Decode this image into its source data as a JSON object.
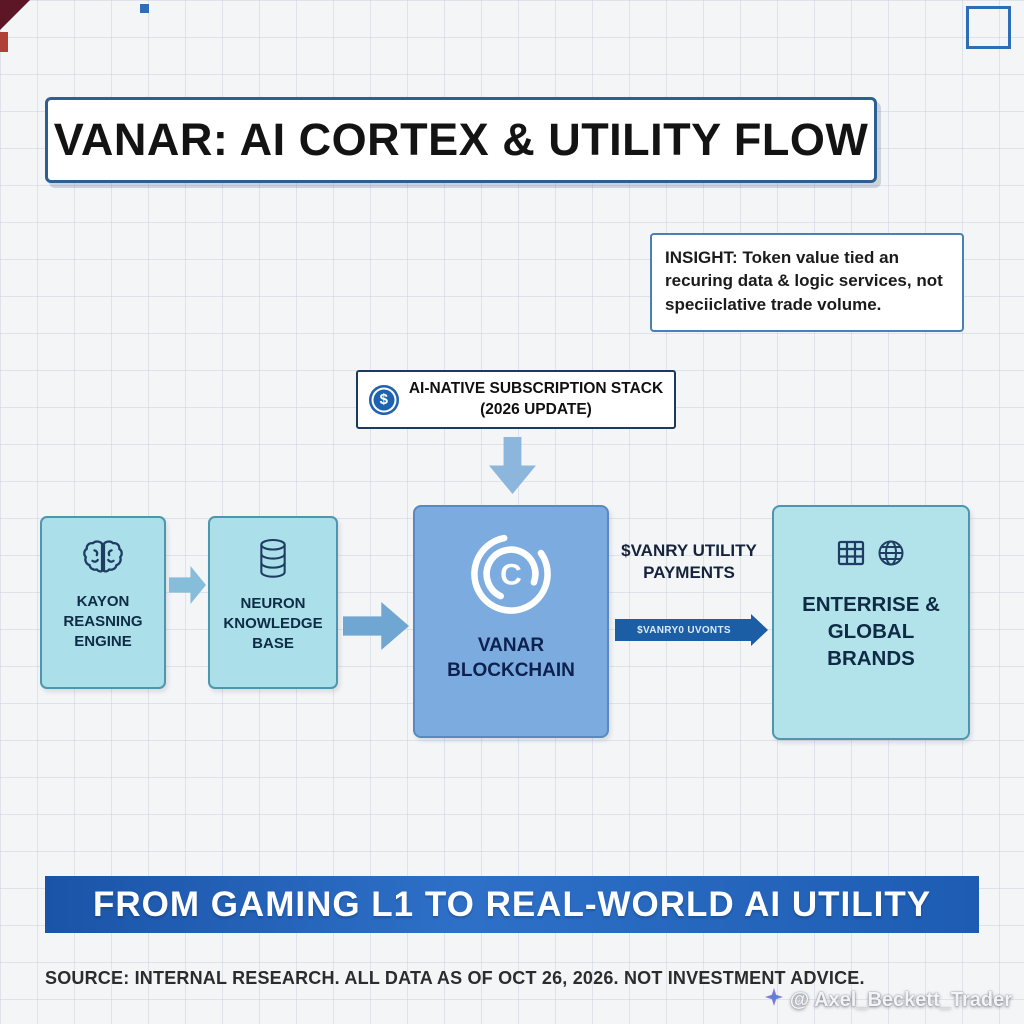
{
  "title": "VANAR: AI CORTEX & UTILITY FLOW",
  "insight": {
    "label": "INSIGHT:",
    "text": " Token value tied an recuring data & logic services, not speciiclative trade volume."
  },
  "subscription": {
    "coin_symbol": "$",
    "line1": "AI-NATIVE SUBSCRIPTION STACK",
    "line2": "(2026 UPDATE)"
  },
  "flow": {
    "nodes": [
      {
        "label": "KAYON REASNING ENGINE",
        "icon": "brain-icon"
      },
      {
        "label": "NEURON KNOWLEDGE BASE",
        "icon": "database-icon"
      },
      {
        "label": "VANAR BLOCKCHAIN",
        "icon": "vanar-logo-icon"
      },
      {
        "label": "ENTERRISE & GLOBAL BRANDS",
        "icon": "building-globe-icon"
      }
    ],
    "payment_label": "$VANRY UTILITY PAYMENTS",
    "payment_arrow_text": "$VANRY0 UVONTS"
  },
  "banner": "FROM GAMING L1 TO REAL-WORLD AI UTILITY",
  "footer": {
    "source": "SOURCE: INTERNAL RESEARCH. ALL DATA AS OF OCT 26, 2026. NOT INVESTMENT ADVICE.",
    "watermark": "@ Axel_Beckett_Trader"
  },
  "colors": {
    "accent_blue": "#2e6db8",
    "node_cyan": "#abdfe9",
    "node_blue": "#7cacdf",
    "banner_blue": "#1f5bb5",
    "payment_arrow_blue": "#1b5ea6",
    "icon_navy": "#1f3c63"
  }
}
